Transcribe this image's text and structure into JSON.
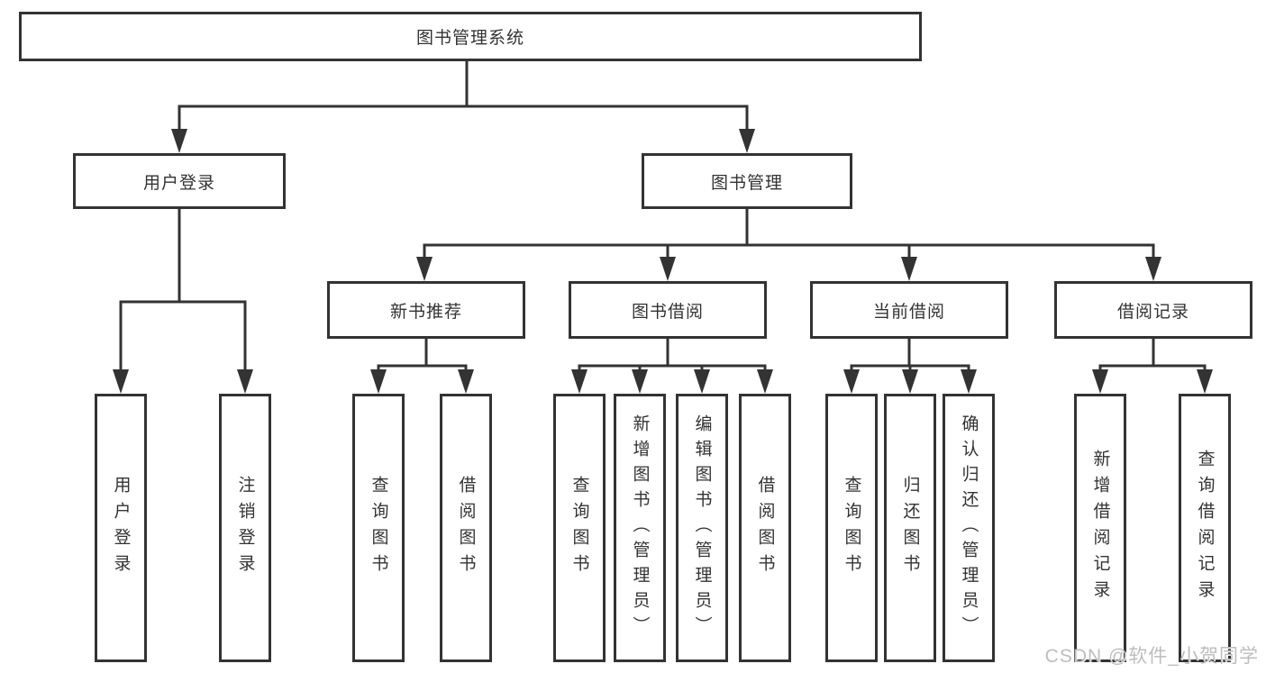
{
  "diagram": {
    "title": "图书管理系统",
    "level2": [
      {
        "label": "用户登录",
        "leaves": [
          "用户登录",
          "注销登录"
        ]
      },
      {
        "label": "图书管理"
      }
    ],
    "level3": [
      {
        "label": "新书推荐",
        "leaves": [
          "查询图书",
          "借阅图书"
        ]
      },
      {
        "label": "图书借阅",
        "leaves": [
          "查询图书",
          "新增图书（管理员）",
          "编辑图书（管理员）",
          "借阅图书"
        ]
      },
      {
        "label": "当前借阅",
        "leaves": [
          "查询图书",
          "归还图书",
          "确认归还（管理员）"
        ]
      },
      {
        "label": "借阅记录",
        "leaves": [
          "新增借阅记录",
          "查询借阅记录"
        ]
      }
    ]
  },
  "watermark": "CSDN @软件_小贺同学"
}
